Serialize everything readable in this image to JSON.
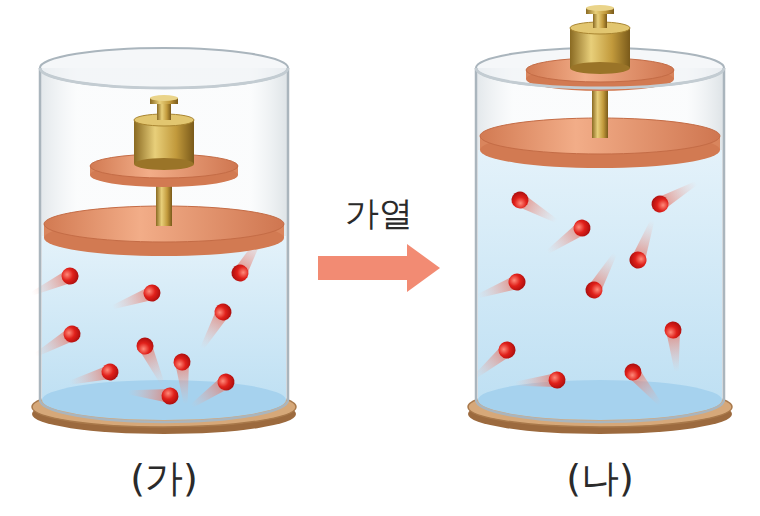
{
  "diagram": {
    "nodes": [
      {
        "text": [
          "(가)"
        ]
      },
      {
        "text": [
          "(나)"
        ]
      }
    ],
    "edges": [
      {
        "from": 0,
        "to": 1,
        "arrow": "to",
        "label": "가열"
      }
    ]
  }
}
